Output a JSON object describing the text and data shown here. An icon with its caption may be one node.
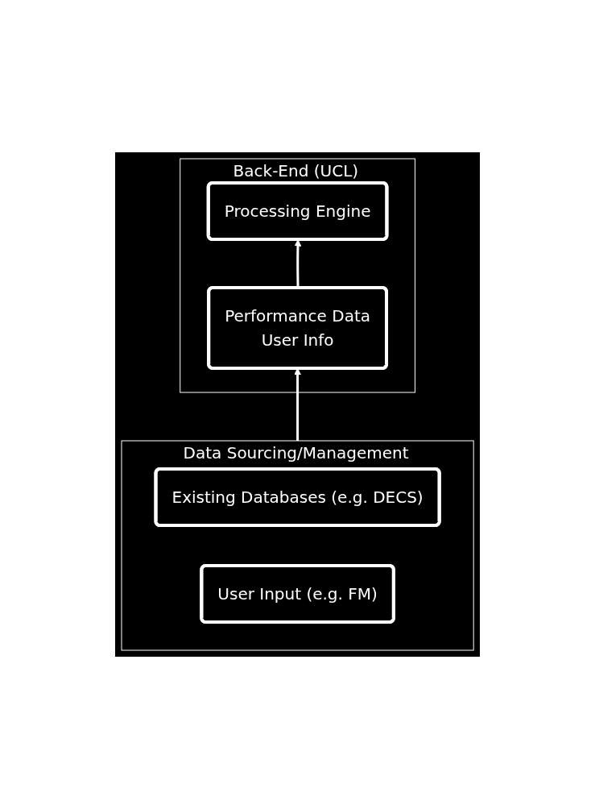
{
  "diagram": {
    "nodes": [
      {
        "text": [
          "Back-End (UCL)"
        ]
      },
      {
        "text": [
          "Performance Data",
          "User Info"
        ],
        "in": 0
      },
      {
        "text": [
          "Processing Engine"
        ],
        "in": 0
      },
      {
        "text": [
          "Data Sourcing/Management"
        ]
      },
      {
        "text": [
          "Existing Databases (e.g. DECS)"
        ],
        "in": 3
      },
      {
        "text": [
          "User Input (e.g. FM)"
        ],
        "in": 3
      }
    ],
    "edges": [
      {
        "from": 1,
        "to": 2,
        "arrow": "to"
      },
      {
        "from": 3,
        "to": 1,
        "arrow": "to"
      }
    ]
  }
}
